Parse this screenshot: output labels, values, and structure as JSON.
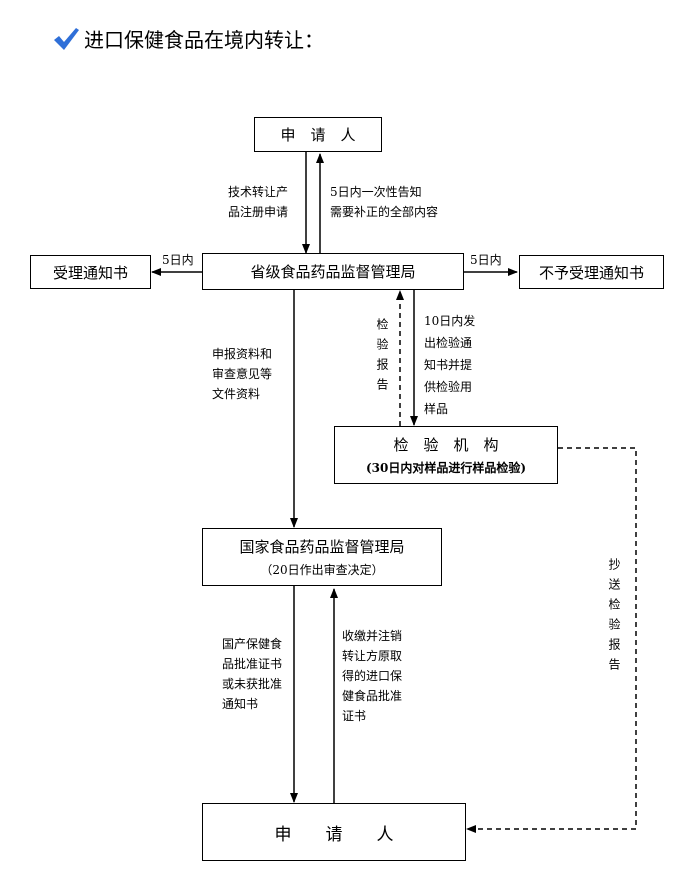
{
  "title": "进口保健食品在境内转让：",
  "colors": {
    "check": "#2f6fd8",
    "line": "#000000"
  },
  "boxes": {
    "applicant_top": "申　请　人",
    "provincial": "省级食品药品监督管理局",
    "accept": "受理通知书",
    "reject": "不予受理通知书",
    "inspect_main": "检　验　机　构",
    "inspect_sub": "(30日内对样品进行样品检验)",
    "national_main": "国家食品药品监督管理局",
    "national_sub": "（20日作出审查决定）",
    "applicant_bottom": "申　　请　　人"
  },
  "labels": {
    "tech_transfer": "技术转让产\n品注册申请",
    "notify_5day": "5日内一次性告知\n需要补正的全部内容",
    "left_5day": "5日内",
    "right_5day": "5日内",
    "inspect_report": "检验报告",
    "ten_day": "10日内发\n出检验通\n知书并提\n供检验用\n样品",
    "submit_docs": "申报资料和\n审查意见等\n文件资料",
    "copy_report": "抄送检验报告",
    "approval": "国产保健食\n品批准证书\n或未获批准\n通知书",
    "revoke": "收缴并注销\n转让方原取\n得的进口保\n健食品批准\n证书"
  }
}
